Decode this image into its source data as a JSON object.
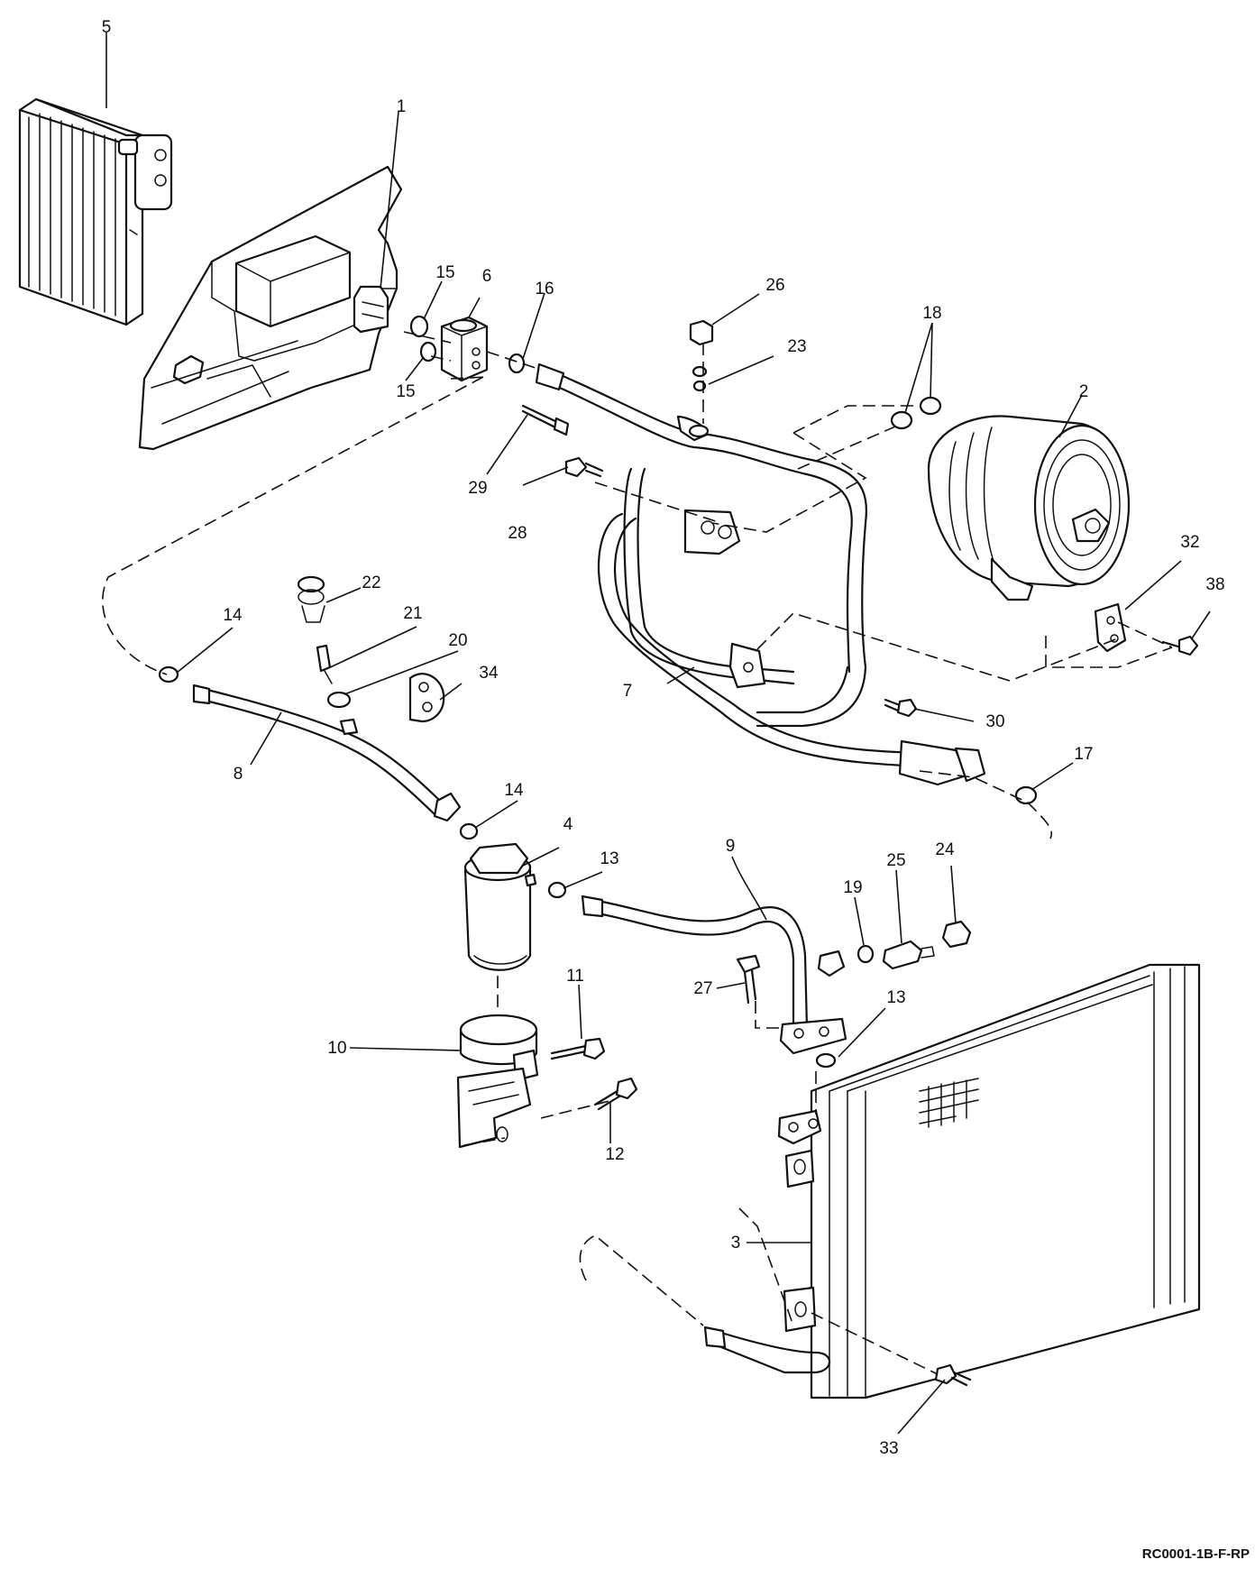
{
  "figure": {
    "reference_code": "RC0001-1B-F-RP"
  },
  "callouts": {
    "c1": "1",
    "c2": "2",
    "c3": "3",
    "c4": "4",
    "c5": "5",
    "c6": "6",
    "c7": "7",
    "c8": "8",
    "c9": "9",
    "c10": "10",
    "c11": "11",
    "c12": "12",
    "c13a": "13",
    "c13b": "13",
    "c14a": "14",
    "c14b": "14",
    "c15a": "15",
    "c15b": "15",
    "c16": "16",
    "c17": "17",
    "c18": "18",
    "c19": "19",
    "c20": "20",
    "c21": "21",
    "c22": "22",
    "c23": "23",
    "c24": "24",
    "c25": "25",
    "c26": "26",
    "c27": "27",
    "c28": "28",
    "c29": "29",
    "c30": "30",
    "c32": "32",
    "c33": "33",
    "c34": "34",
    "c38": "38"
  }
}
